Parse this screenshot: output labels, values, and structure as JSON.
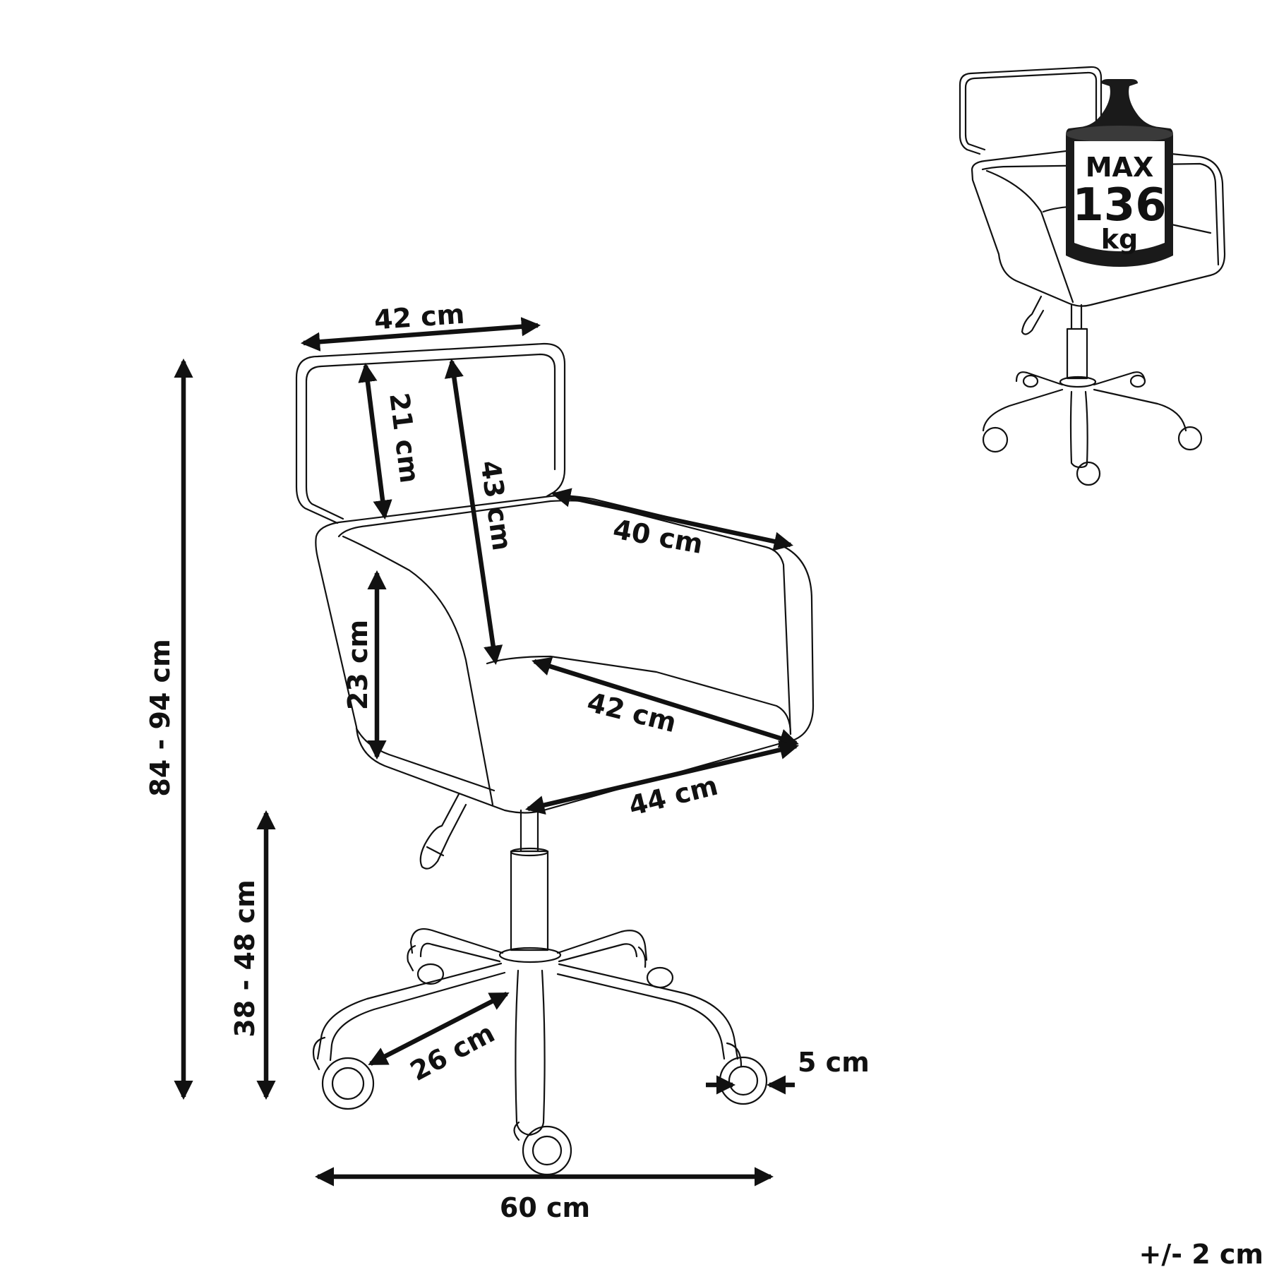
{
  "dimensions": {
    "backrest_width": "42 cm",
    "backrest_height": "21 cm",
    "back_height": "43 cm",
    "armrest_depth": "40 cm",
    "armrest_height": "23 cm",
    "seat_depth": "42 cm",
    "seat_width": "44 cm",
    "total_height": "84 - 94 cm",
    "seat_height": "38 - 48 cm",
    "leg_length": "26 cm",
    "wheel_width": "5 cm",
    "base_width": "60 cm"
  },
  "weight_badge": {
    "line1": "MAX",
    "line2": "136",
    "line3": "kg"
  },
  "tolerance": "+/- 2 cm"
}
